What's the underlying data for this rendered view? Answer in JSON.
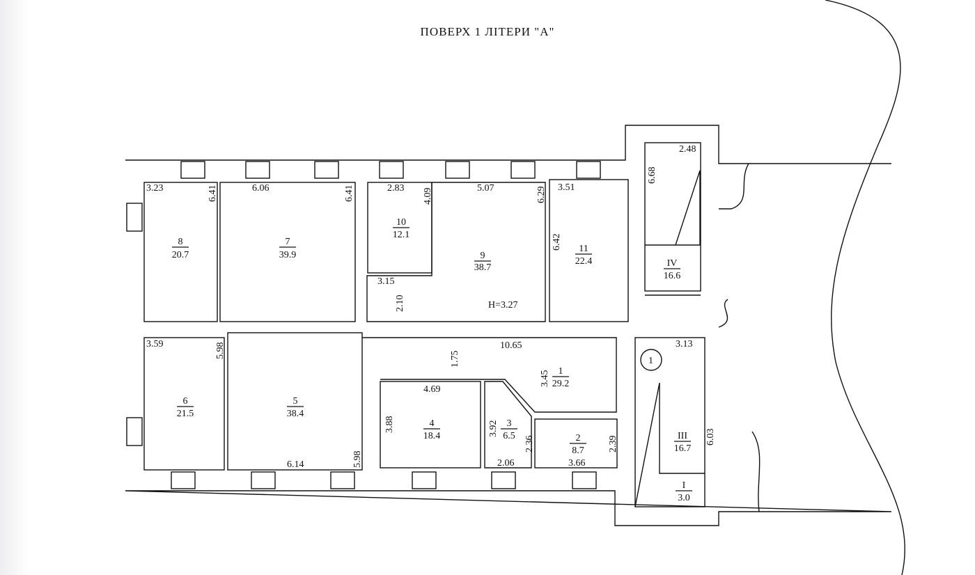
{
  "title": "ПОВЕРХ 1 ЛІТЕРИ \"А\"",
  "rooms": [
    {
      "num": "1",
      "area": "29.2"
    },
    {
      "num": "2",
      "area": "8.7"
    },
    {
      "num": "3",
      "area": "6.5"
    },
    {
      "num": "4",
      "area": "18.4"
    },
    {
      "num": "5",
      "area": "38.4"
    },
    {
      "num": "6",
      "area": "21.5"
    },
    {
      "num": "7",
      "area": "39.9"
    },
    {
      "num": "8",
      "area": "20.7"
    },
    {
      "num": "9",
      "area": "38.7"
    },
    {
      "num": "10",
      "area": "12.1"
    },
    {
      "num": "11",
      "area": "22.4"
    },
    {
      "num": "I",
      "area": "3.0"
    },
    {
      "num": "III",
      "area": "16.7"
    },
    {
      "num": "IV",
      "area": "16.6"
    }
  ],
  "dimensions": {
    "r8_w": "3.23",
    "r8_h": "6.41",
    "r7_w": "6.06",
    "r7_h": "6.41",
    "r10_w": "2.83",
    "r10_h": "4.09",
    "r9_w": "5.07",
    "r9_h": "6.29",
    "r9_w2": "3.15",
    "r9_h2": "2.10",
    "ceiling": "H=3.27",
    "r11_w": "3.51",
    "r11_h": "6.42",
    "stair_top_w": "2.48",
    "stair_top_h": "6.68",
    "r6_w": "3.59",
    "r6_h": "5.98",
    "r5_w": "6.14",
    "r5_h": "5.98",
    "r1_w": "10.65",
    "r1_h": "1.75",
    "r1_h2": "3.45",
    "r4_w": "4.69",
    "r4_h": "3.88",
    "r3_h": "3.92",
    "r3_w": "2.06",
    "r3_d": "2.36",
    "r2_w": "3.66",
    "r2_h": "2.39",
    "stair_w": "3.13",
    "stair_h": "6.03"
  },
  "stair_marker": "1"
}
